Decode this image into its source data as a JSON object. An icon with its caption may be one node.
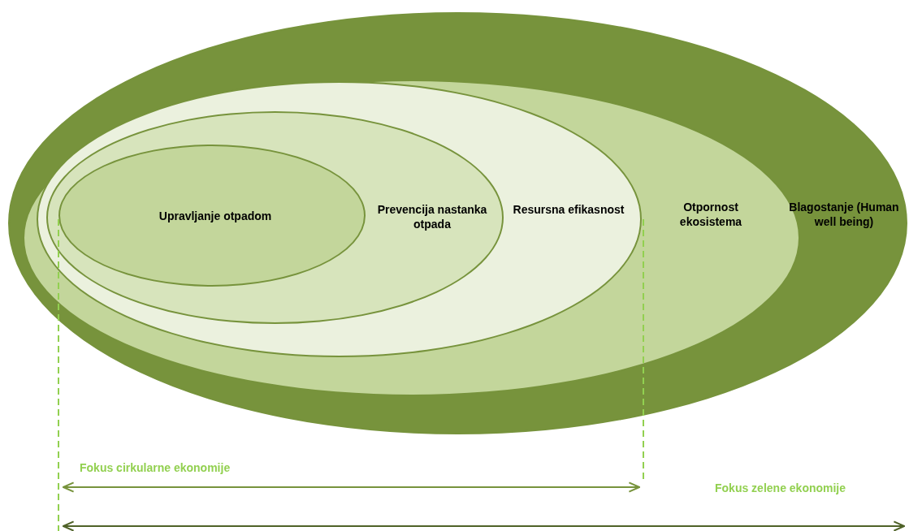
{
  "diagram": {
    "nodes": [
      {
        "text": [
          "Blagostanje (Human well being)"
        ]
      },
      {
        "text": [
          "Otpornost ekosistema"
        ],
        "in": 0
      },
      {
        "text": [
          "Resursna efikasnost"
        ],
        "in": 1
      },
      {
        "text": [
          "Prevencija nastanka otpada"
        ],
        "in": 2
      },
      {
        "text": [
          "Upravljanje otpadom"
        ],
        "in": 3
      }
    ],
    "edges": [],
    "labels": [
      "Fokus cirkularne ekonomije",
      "Fokus zelene ekonomije"
    ]
  }
}
